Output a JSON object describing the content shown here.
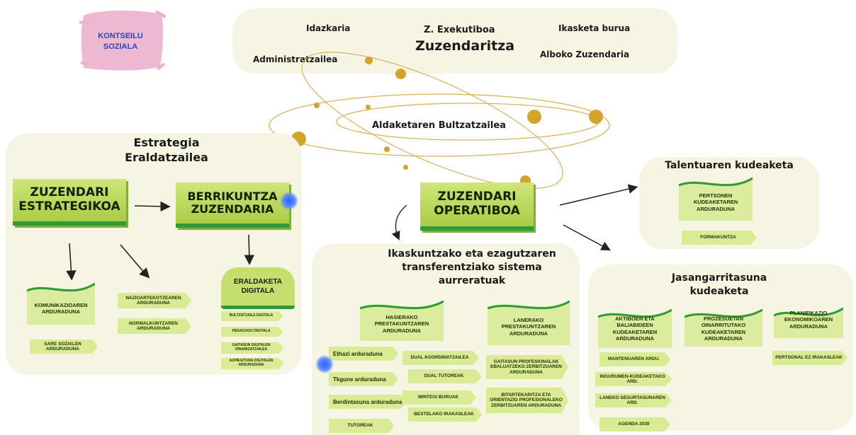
{
  "kontseilu": {
    "label": "KONTSEILU SOZIALA"
  },
  "top": {
    "idazkaria": "Idazkaria",
    "exec": "Z. Exekutiboa",
    "zuzendaritza": "Zuzendaritza",
    "ikasketa": "Ikasketa burua",
    "admin": "Administratzailea",
    "alboko": "Alboko Zuzendaria"
  },
  "aldaketa": "Aldaketaren Bultzatzailea",
  "estrategia": {
    "title": "Estrategia Eraldatzailea",
    "zuzendari": "ZUZENDARI ESTRATEGIKOA",
    "berrikuntza": "BERRIKUNTZA ZUZENDARIA",
    "eraldaketa": "ERALDAKETA DIGITALA",
    "komunikazio": "KOMUNIKAZIOAREN ARDURADUNA",
    "sare": "SARE SOZIALEN ARDURADUNA",
    "nazioartekotze": "NAZIOARTEKOTZEAREN ARDURADUNA",
    "normalkuntza": "NORMALKUNTZAREN ARDURADUNA",
    "digital_tags": [
      "BULTZATZAILE DIGITALA",
      "PEDAGOGO DIGITALA",
      "GAITASUN DIGITALEN DINAMIZATZAILEA",
      "AZPIEGITURA DIGITALEN ARDURADUNA"
    ]
  },
  "operatiboa": "ZUZENDARI OPERATIBOA",
  "talentu": {
    "title": "Talentuaren kudeaketa",
    "pertsonen": "PERTSONEN KUDEAKETAREN ARDURADUNA",
    "formakuntza": "FORMAKUNTZA"
  },
  "ikaskuntza": {
    "title": "Ikaskuntzako eta ezagutzaren transferentziako sistema aurreratuak",
    "hasierako": "HASIERAKO PRESTAKUNTZAREN ARDURADUNA",
    "lanerako": "LANERAKO PRESTAKUNTZAREN ARDURADUNA",
    "left": [
      "Ethazi arduraduna",
      "Tkgune arduraduna",
      "Berdintasuna arduraduna",
      "TUTOREAK"
    ],
    "mid": [
      "DUAL KOORDINATZAILEA",
      "DUAL TUTOREAK",
      "MINTEGI BURUAK",
      "BESTELAKO IRAKASLEAK"
    ],
    "gaitasun": "GAITASUN PROFESIONALAK EBALUATZEKO ZERBITZUAREN ARDURADUNA",
    "bitartekaritza": "BITARTEKARITZA ETA ORIENTAZIO PROFESIONALEKO ZERBITZUAREN ARDURADUNA"
  },
  "jasangarri": {
    "title": "Jasangarritasuna kudeaketa",
    "aktiboen": "AKTIBOEN ETA BALIABIDEEN KUDEAKETAREN ARDURADUNA",
    "prozesuetan": "PROZESUETAN OINARRITUTAKO KUDEAKETAREN ARDURADUNA",
    "planifikazio": "PLANIFIKAZIO EKONOMIKOAREN ARDURADUNA",
    "tags": [
      "MANTENUAREN ARDU.",
      "INGURUMEN-KUDEAKETAKO ARD.",
      "LANEKO SEGURTASUNAREN ARD.",
      "AGENDA 2030"
    ],
    "pertsonal": "PERTSONAL EZ IRAKASLEAK"
  },
  "colors": {
    "panel": "#f6f4e3",
    "green": "#a9cd45",
    "dark_green": "#2f9a3a",
    "gold": "#d4a32a",
    "pink": "#e9a9c9"
  }
}
